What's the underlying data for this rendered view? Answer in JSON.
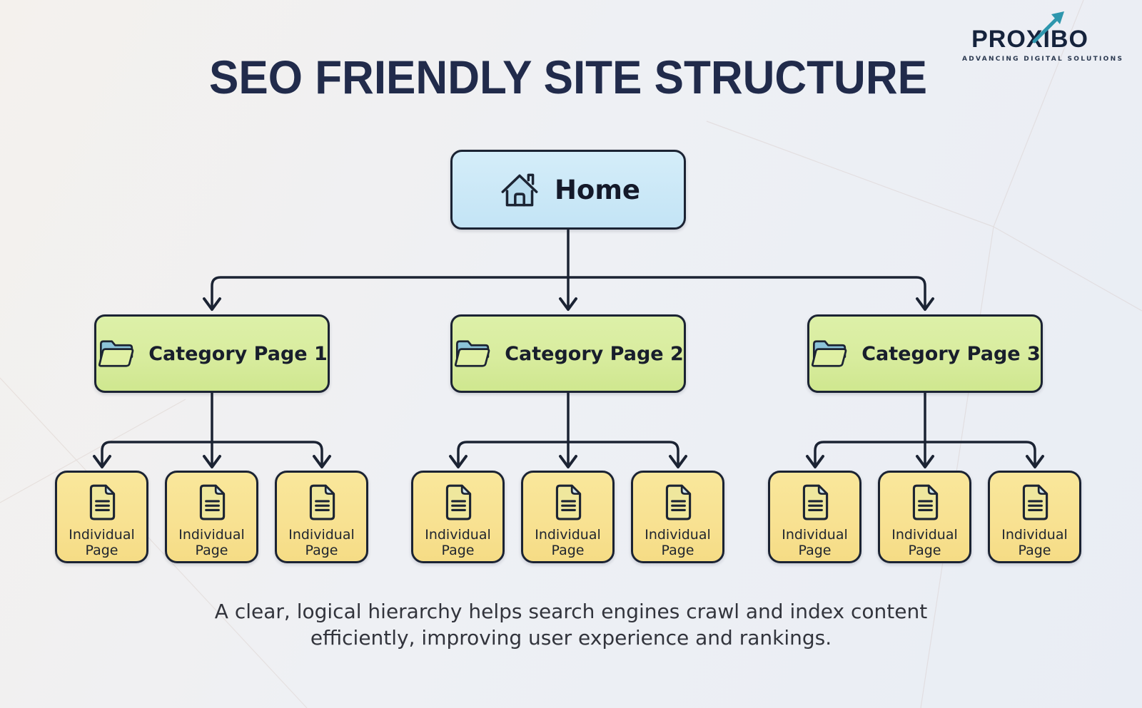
{
  "header": {
    "title": "SEO FRIENDLY SITE STRUCTURE"
  },
  "logo": {
    "name": "PROXIBO",
    "tagline": "ADVANCING DIGITAL SOLUTIONS"
  },
  "diagram": {
    "root": {
      "label": "Home",
      "icon": "home-icon"
    },
    "categories": [
      {
        "label": "Category Page 1",
        "icon": "folder-icon",
        "children": [
          {
            "label": "Individual Page"
          },
          {
            "label": "Individual Page"
          },
          {
            "label": "Individual Page"
          }
        ]
      },
      {
        "label": "Category Page 2",
        "icon": "folder-icon",
        "children": [
          {
            "label": "Individual Page"
          },
          {
            "label": "Individual Page"
          },
          {
            "label": "Individual Page"
          }
        ]
      },
      {
        "label": "Category Page 3",
        "icon": "folder-icon",
        "children": [
          {
            "label": "Individual Page"
          },
          {
            "label": "Individual Page"
          },
          {
            "label": "Individual Page"
          }
        ]
      }
    ],
    "child_icon": "document-icon"
  },
  "footer": {
    "line1": "A clear, logical hierarchy helps search engines crawl and index content",
    "line2": "efficiently, improving user experience and rankings."
  },
  "colors": {
    "outline": "#1b2333",
    "title": "#212b4b",
    "home_fill": "#cbe8f7",
    "category_fill": "#d8ec9e",
    "page_fill": "#f8e191",
    "accent_teal": "#2e96ad"
  }
}
